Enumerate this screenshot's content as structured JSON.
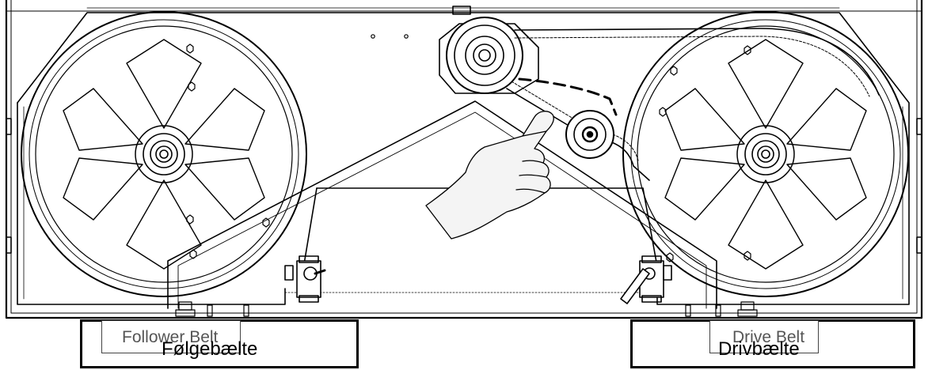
{
  "labels": {
    "follower_en": "Follower Belt",
    "follower_da": "Følgebælte",
    "drive_en": "Drive Belt",
    "drive_da": "Drivbælte"
  },
  "icons": {
    "hand": "pointing-hand-icon"
  },
  "colors": {
    "line": "#000000",
    "fill": "#ffffff",
    "hand": "#f4f4f4"
  }
}
